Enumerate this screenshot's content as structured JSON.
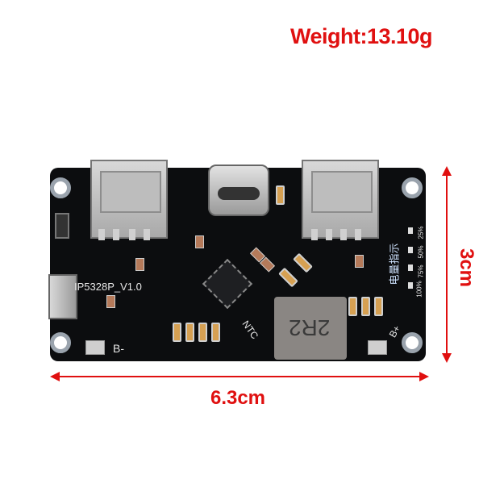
{
  "annotations": {
    "weight": "Weight:13.10g",
    "width": "6.3cm",
    "height": "3cm"
  },
  "board": {
    "model_label": "IP5328P_V1.0",
    "inductor_label": "2R2",
    "ntc_label": "NTC",
    "bminus_label": "B-",
    "bplus_label": "B+",
    "indicator_label": "电量指示",
    "led_labels": [
      "100%",
      "75%",
      "50%",
      "25%"
    ]
  },
  "colors": {
    "annotation": "#e01010",
    "pcb": "#0c0d0f"
  }
}
